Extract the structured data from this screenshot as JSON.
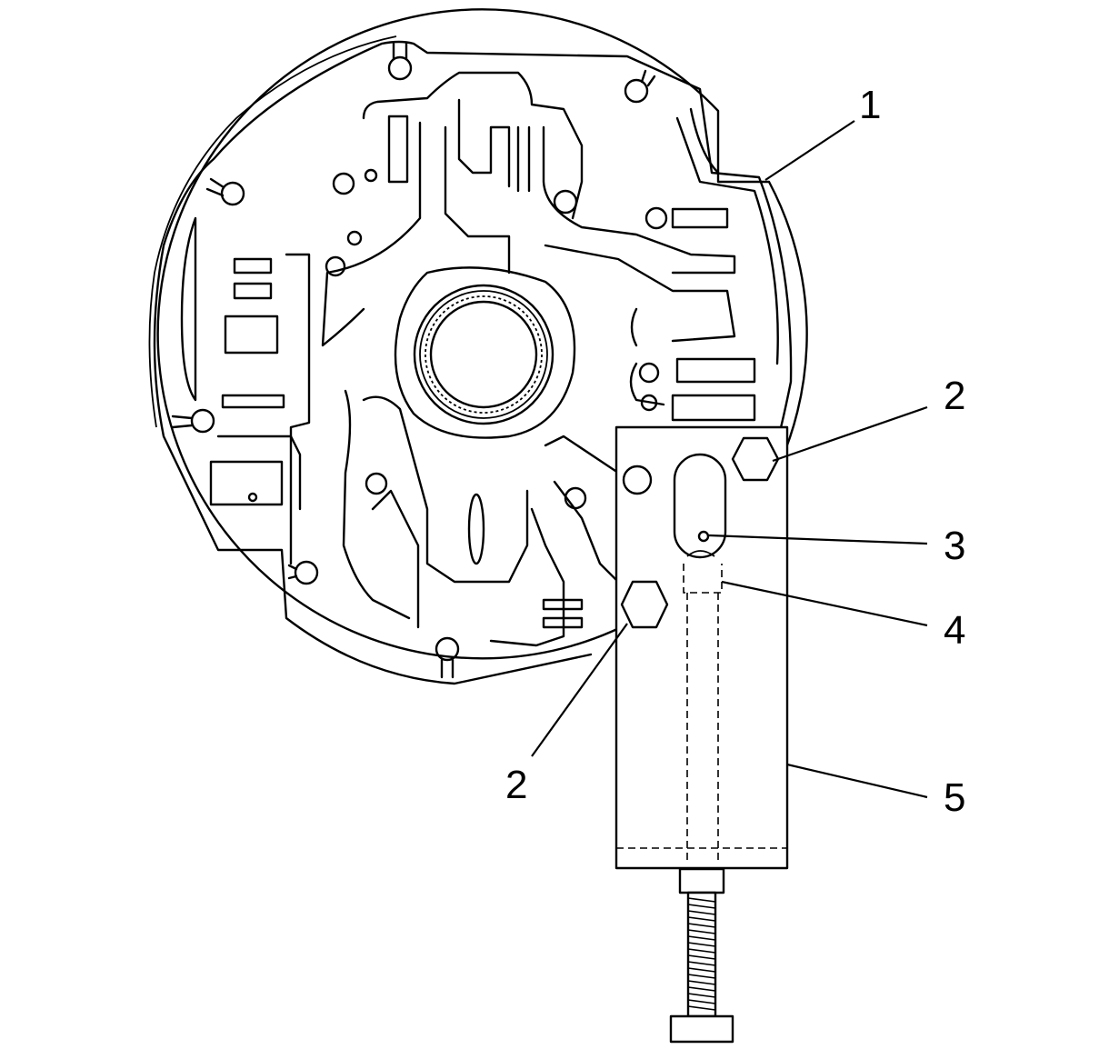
{
  "callouts": {
    "c1": "1",
    "c2_top": "2",
    "c3": "3",
    "c4": "4",
    "c2_bottom": "2",
    "c5": "5"
  }
}
